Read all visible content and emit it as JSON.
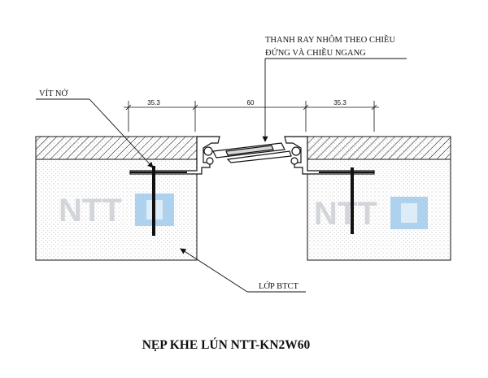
{
  "labels": {
    "rail_line1": "THANH RAY NHÔM THEO CHIỀU",
    "rail_line2": "ĐỨNG VÀ CHIỀU NGANG",
    "screw": "VÍT NỞ",
    "concrete": "LỚP BTCT"
  },
  "dimensions": {
    "left": "35.3",
    "middle": "60",
    "right": "35.3"
  },
  "title": "NẸP KHE LÚN NTT-KN2W60",
  "colors": {
    "line": "#111111",
    "watermark_gray": "#c9ccd2",
    "watermark_blue": "#9cc9ea",
    "concrete_dot": "#8a8a8a"
  }
}
